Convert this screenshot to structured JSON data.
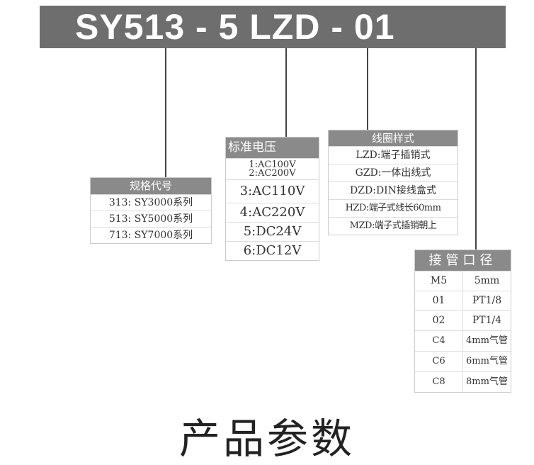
{
  "model_code": "SY513 - 5 LZD - 01",
  "spec": {
    "title": "规格代号",
    "rows": [
      "313:  SY3000系列",
      "513:  SY5000系列",
      "713:  SY7000系列"
    ]
  },
  "voltage": {
    "title": "标准电压",
    "rows": [
      "1:AC100V",
      "2:AC200V",
      "3:AC110V",
      "4:AC220V",
      "5:DC24V",
      "6:DC12V"
    ]
  },
  "coil": {
    "title": "线圈样式",
    "rows": [
      "LZD:端子插销式",
      "GZD:一体出线式",
      "DZD:DIN接线盒式",
      "HZD:端子式线长60mm",
      "MZD:端子式插销朝上"
    ]
  },
  "port": {
    "title": "接管口径",
    "rows": [
      [
        "M5",
        "5mm"
      ],
      [
        "01",
        "PT1/8"
      ],
      [
        "02",
        "PT1/4"
      ],
      [
        "C4",
        "4mm气管"
      ],
      [
        "C6",
        "6mm气管"
      ],
      [
        "C8",
        "8mm气管"
      ]
    ]
  },
  "page_title": "产品参数"
}
